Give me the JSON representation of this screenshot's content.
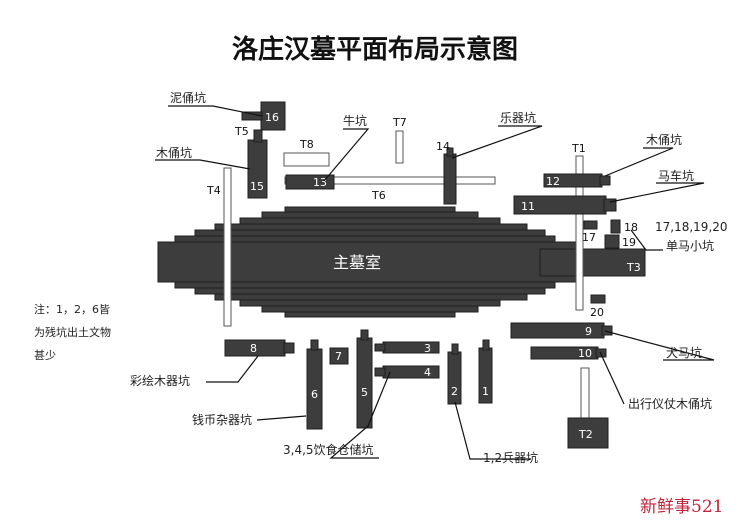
{
  "title": "洛庄汉墓平面布局示意图",
  "main_chamber_label": "主墓室",
  "trenches": {
    "t1": "T1",
    "t2": "T2",
    "t3": "T3",
    "t4": "T4",
    "t5": "T5",
    "t6": "T6",
    "t7": "T7",
    "t8": "T8"
  },
  "pits": {
    "p1": "1",
    "p2": "2",
    "p3": "3",
    "p4": "4",
    "p5": "5",
    "p6": "6",
    "p7": "7",
    "p8": "8",
    "p9": "9",
    "p10": "10",
    "p11": "11",
    "p12": "12",
    "p13": "13",
    "p14": "14",
    "p15": "15",
    "p16": "16",
    "p17": "17",
    "p18": "18",
    "p19": "19",
    "p20": "20"
  },
  "labels": {
    "clay_figurine_pit": "泥俑坑",
    "wooden_figurine_pit_left": "木俑坑",
    "cattle_pit": "牛坑",
    "musical_instrument_pit": "乐器坑",
    "wooden_figurine_pit_right": "木俑坑",
    "horse_chariot_pit": "马车坑",
    "single_horse_pits_numbers": "17,18,19,20",
    "single_horse_pits": "单马小坑",
    "dog_horse_pit": "犬马坑",
    "procession_figurine_pit": "出行仪仗木俑坑",
    "weapon_pits": "1,2兵器坑",
    "food_storage_pits": "3,4,5饮食仓储坑",
    "coin_misc_pit": "钱币杂器坑",
    "painted_lacquer_pit": "彩绘木器坑"
  },
  "note": {
    "line1": "注：1，2，6皆",
    "line2": "为残坑出土文物",
    "line3": "甚少"
  },
  "watermark": "新鲜事521",
  "colors": {
    "pit_fill": "#3d3d3d",
    "outline": "#1f1f1f",
    "watermark": "#c0243c"
  }
}
